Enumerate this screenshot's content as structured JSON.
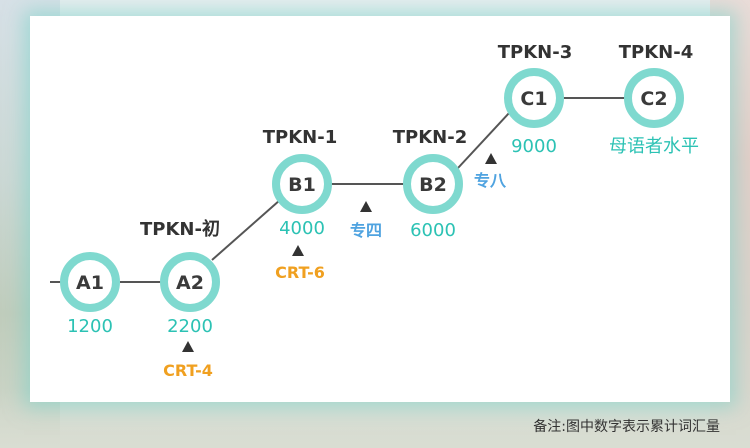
{
  "nodes": [
    {
      "id": "A1",
      "value": "1200"
    },
    {
      "id": "A2",
      "value": "2200"
    },
    {
      "id": "B1",
      "value": "4000"
    },
    {
      "id": "B2",
      "value": "6000"
    },
    {
      "id": "C1",
      "value": "9000"
    },
    {
      "id": "C2",
      "value": "母语者水平"
    }
  ],
  "levels": [
    "TPKN-初",
    "TPKN-1",
    "TPKN-2",
    "TPKN-3",
    "TPKN-4"
  ],
  "markers": {
    "crt4": "CRT-4",
    "crt6": "CRT-6",
    "spec4": "专四",
    "spec8": "专八"
  },
  "note": "备注:图中数字表示累计词汇量",
  "colors": {
    "ring": "#7fd9cf",
    "value": "#2cc2b4",
    "crt": "#f0a020",
    "spec": "#4fa3e0"
  }
}
